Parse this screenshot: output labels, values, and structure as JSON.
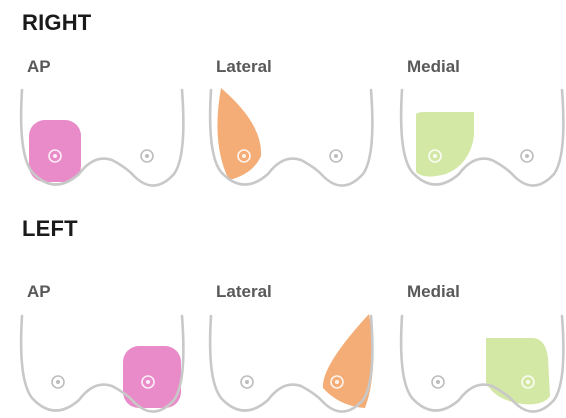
{
  "sections": [
    {
      "title": "RIGHT",
      "views": [
        {
          "label": "AP",
          "region": "ap-right"
        },
        {
          "label": "Lateral",
          "region": "lateral-right"
        },
        {
          "label": "Medial",
          "region": "medial-right"
        }
      ]
    },
    {
      "title": "LEFT",
      "views": [
        {
          "label": "AP",
          "region": "ap-left"
        },
        {
          "label": "Lateral",
          "region": "lateral-left"
        },
        {
          "label": "Medial",
          "region": "medial-left"
        }
      ]
    }
  ],
  "colors": {
    "ap": "#e98bc9",
    "lateral": "#f4ad76",
    "medial": "#d4e8a6",
    "outline": "#c8c8c8"
  }
}
